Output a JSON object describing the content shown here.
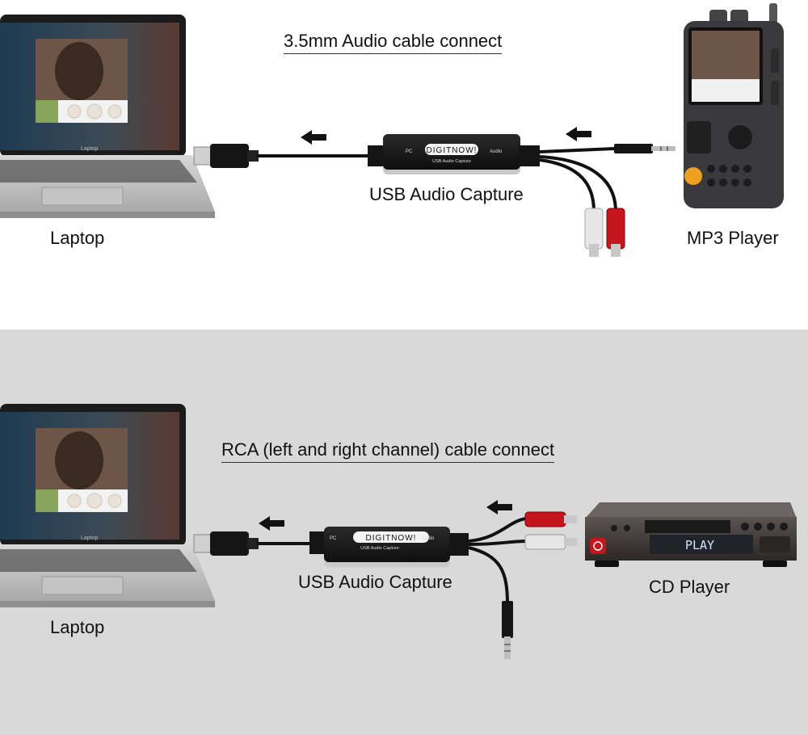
{
  "top": {
    "title": "3.5mm Audio cable connect",
    "laptop_label": "Laptop",
    "capture_label": "USB Audio Capture",
    "device_label": "MP3 Player"
  },
  "bottom": {
    "title": "RCA (left and right channel) cable connect",
    "laptop_label": "Laptop",
    "capture_label": "USB Audio Capture",
    "device_label": "CD Player",
    "cd_display": "PLAY"
  },
  "capture_box": {
    "brand": "DIGITNOW!",
    "left_port": "PC",
    "right_port": "Audio",
    "caption": "USB Audio Capture"
  },
  "laptop_brand": "Laptop"
}
